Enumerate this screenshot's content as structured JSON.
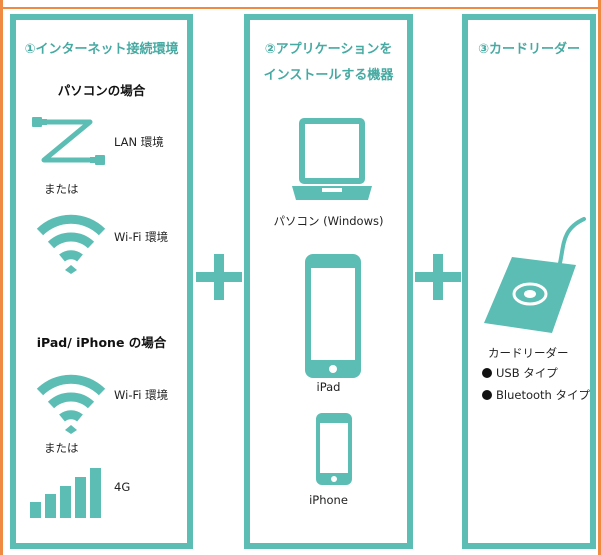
{
  "panels": {
    "environment": {
      "heading": "①インターネット接続環境",
      "pc_title": "パソコンの場合",
      "lan_label": "LAN 環境",
      "or_1": "または",
      "wifi_label_1": "Wi-Fi 環境",
      "mobile_title": "iPad/ iPhone の場合",
      "wifi_label_2": "Wi-Fi 環境",
      "or_2": "または",
      "cell_label": "4G"
    },
    "apps": {
      "heading_line1": "②アプリケーションを",
      "heading_line2": "インストールする機器",
      "laptop_label": "パソコン (Windows)",
      "ipad_label": "iPad",
      "iphone_label": "iPhone"
    },
    "reader": {
      "heading": "③カードリーダー",
      "device_label": "カードリーダー",
      "types": [
        "USB タイプ",
        "Bluetooth タイプ"
      ]
    }
  },
  "icons": {
    "lan": "lan-cable-icon",
    "wifi": "wifi-icon",
    "cellular": "signal-bars-icon",
    "laptop": "laptop-icon",
    "tablet": "tablet-icon",
    "phone": "phone-icon",
    "card_reader": "card-reader-icon",
    "plus": "plus-icon"
  },
  "colors": {
    "accent": "#5bbdb3",
    "heading": "#47aaa2",
    "frame": "#ef8a43"
  }
}
